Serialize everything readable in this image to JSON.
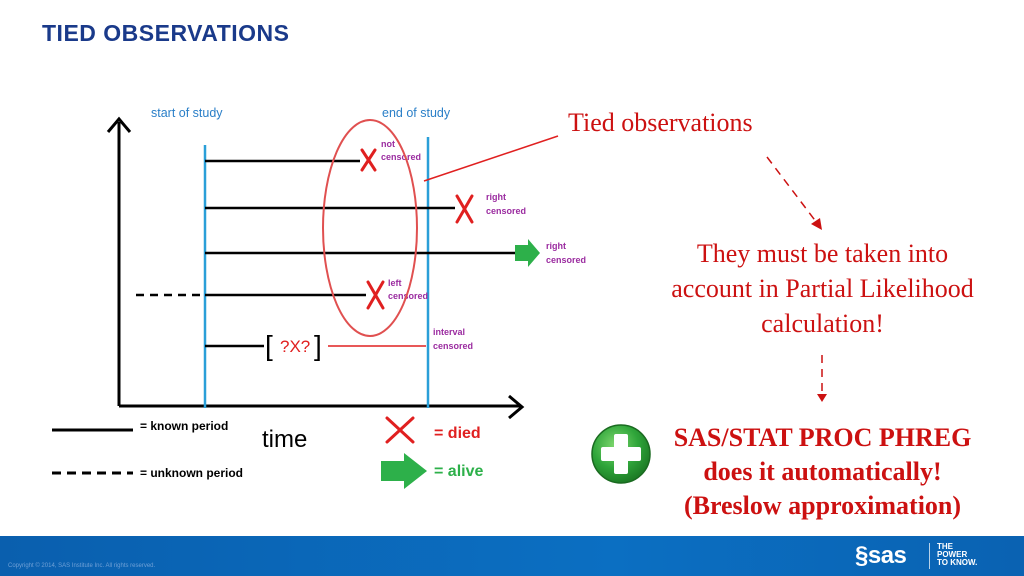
{
  "slide": {
    "title": "TIED OBSERVATIONS"
  },
  "diagram": {
    "start_label": "start of study",
    "end_label": "end of study",
    "time_label": "time",
    "unknown_value": "?X?",
    "observations": [
      {
        "label_line1": "not",
        "label_line2": "censored"
      },
      {
        "label_line1": "right",
        "label_line2": "censored"
      },
      {
        "label_line1": "right",
        "label_line2": "censored"
      },
      {
        "label_line1": "left",
        "label_line2": "censored"
      },
      {
        "label_line1": "interval",
        "label_line2": "censored"
      }
    ],
    "legend": {
      "known": "= known period",
      "unknown": "= unknown period",
      "died": "= died",
      "alive": "= alive"
    },
    "colors": {
      "study_line": "#2a9fd8",
      "label_blue": "#2a7fc8",
      "label_purple": "#9b2ca0",
      "red": "#e02020",
      "green": "#2db04a"
    }
  },
  "callouts": {
    "tied": "Tied observations",
    "taken_line1": "They must be taken into",
    "taken_line2": "account in Partial Likelihood",
    "taken_line3": "calculation!",
    "sas_line1": "SAS/STAT PROC PHREG",
    "sas_line2": "does it automatically!",
    "sas_line3": "(Breslow approximation)"
  },
  "footer": {
    "copyright": "Copyright © 2014, SAS Institute Inc. All rights reserved.",
    "logo": "§sas",
    "tagline_line1": "THE",
    "tagline_line2": "POWER",
    "tagline_line3": "TO KNOW."
  }
}
